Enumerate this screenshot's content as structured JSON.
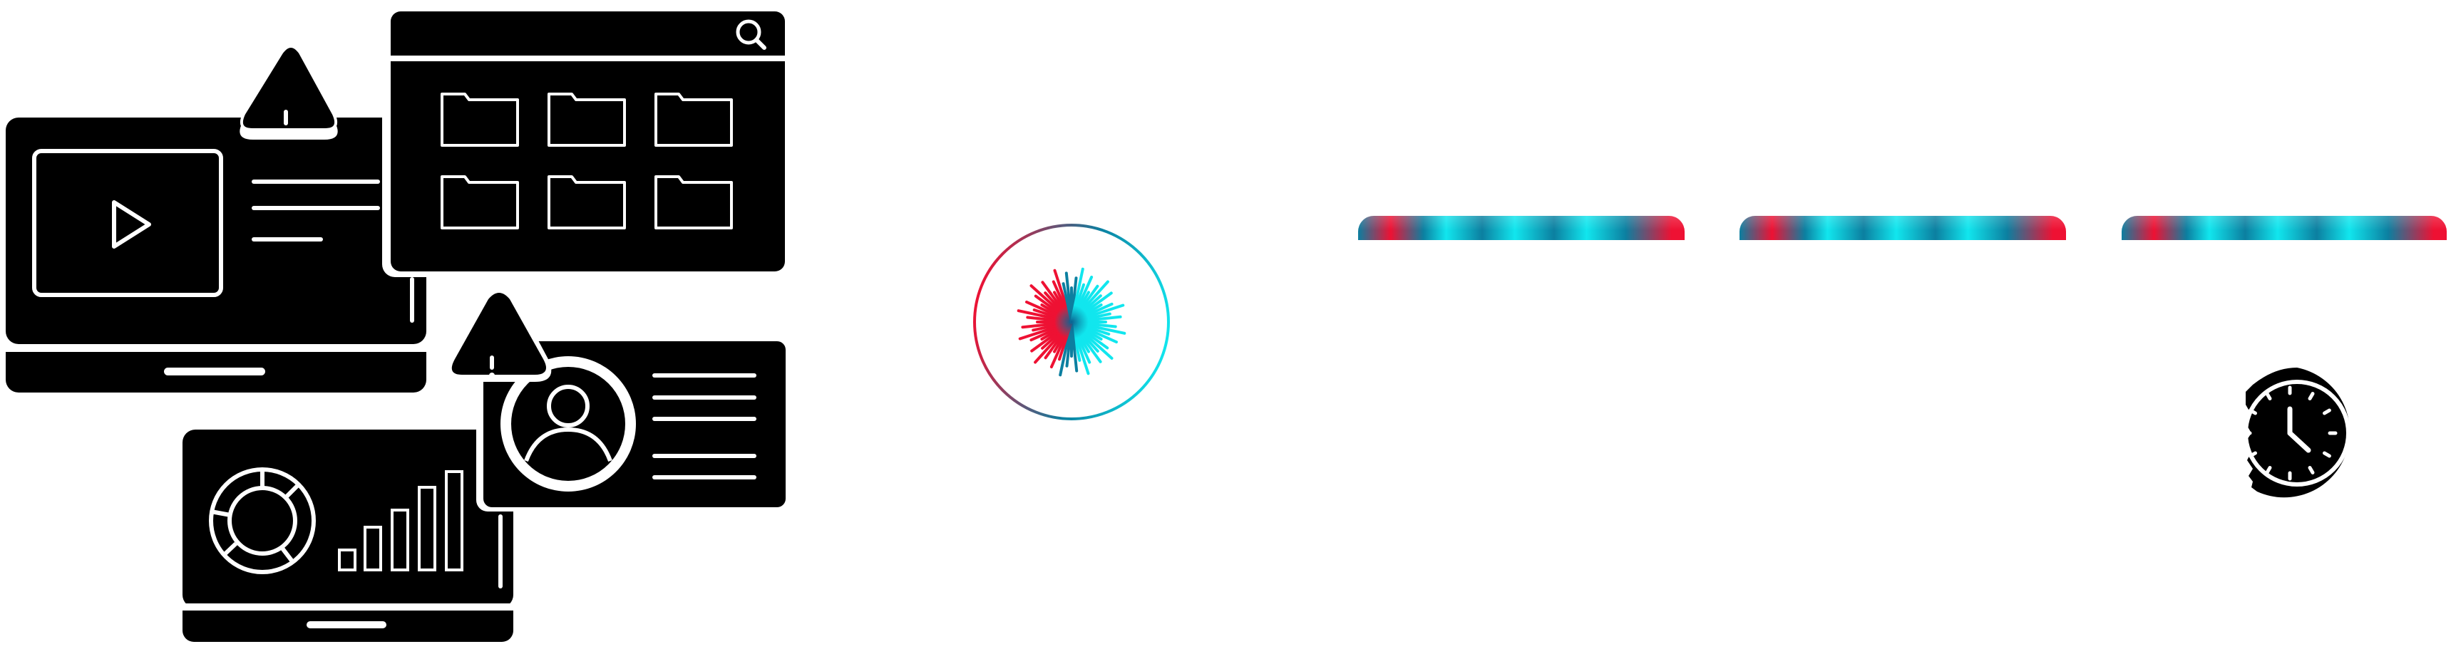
{
  "colors": {
    "ink": "#000000",
    "paper": "#ffffff",
    "red": "#ee1133",
    "cyan": "#11e6ee",
    "blue": "#0c7fa0"
  },
  "illustration": {
    "video_window": {
      "icon": "play-icon"
    },
    "file_browser": {
      "icons": [
        "search-icon",
        "folder-icon"
      ]
    },
    "warnings": {
      "icon": "warning-icon",
      "glyph": "!"
    },
    "profile_card": {
      "icon": "user-icon"
    },
    "analytics_laptop": {
      "icons": [
        "donut-chart-icon",
        "bar-chart-icon"
      ]
    }
  },
  "divider": {
    "icon": "burst-icon"
  },
  "loading_bars": [
    {
      "id": "bar-1"
    },
    {
      "id": "bar-2"
    },
    {
      "id": "bar-3"
    }
  ],
  "clock": {
    "icon": "fast-clock-icon"
  }
}
